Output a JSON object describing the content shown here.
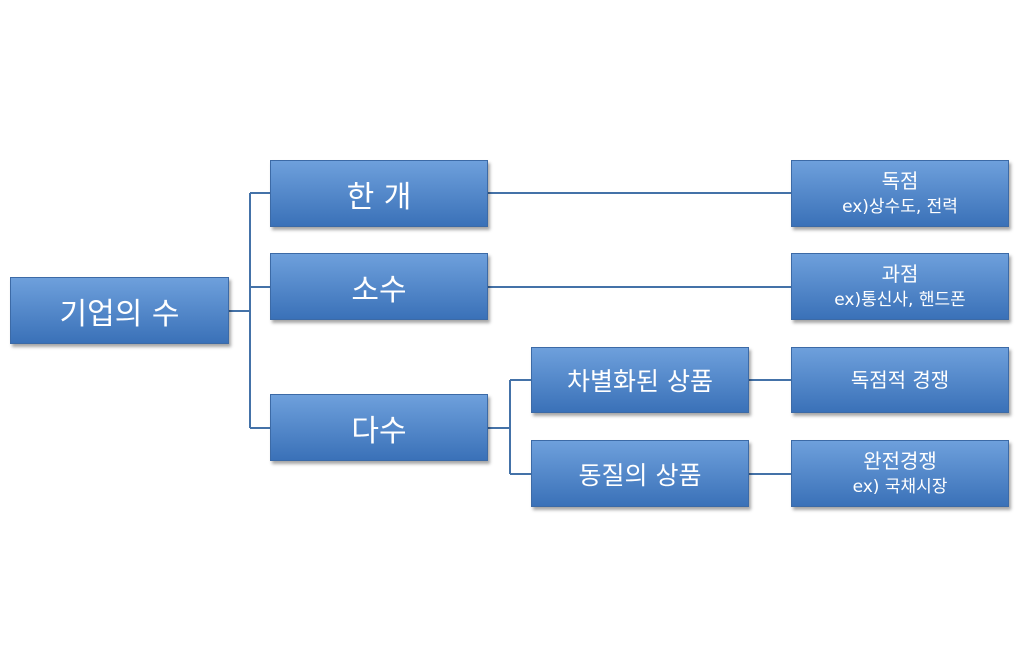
{
  "diagram": {
    "root": {
      "label": "기업의 수"
    },
    "branches": {
      "one": {
        "label": "한 개"
      },
      "few": {
        "label": "소수"
      },
      "many": {
        "label": "다수"
      }
    },
    "sub_branches": {
      "differentiated": {
        "label": "차별화된 상품"
      },
      "homogeneous": {
        "label": "동질의 상품"
      }
    },
    "results": {
      "monopoly": {
        "title": "독점",
        "example": "ex)상수도, 전력"
      },
      "oligopoly": {
        "title": "과점",
        "example": "ex)통신사, 핸드폰"
      },
      "monopolistic_competition": {
        "title": "독점적 경쟁"
      },
      "perfect_competition": {
        "title": "완전경쟁",
        "example": "ex) 국채시장"
      }
    },
    "colors": {
      "box_top": "#6ea0dc",
      "box_bottom": "#3a71b8",
      "connector": "#4472a8",
      "text": "#ffffff"
    }
  }
}
